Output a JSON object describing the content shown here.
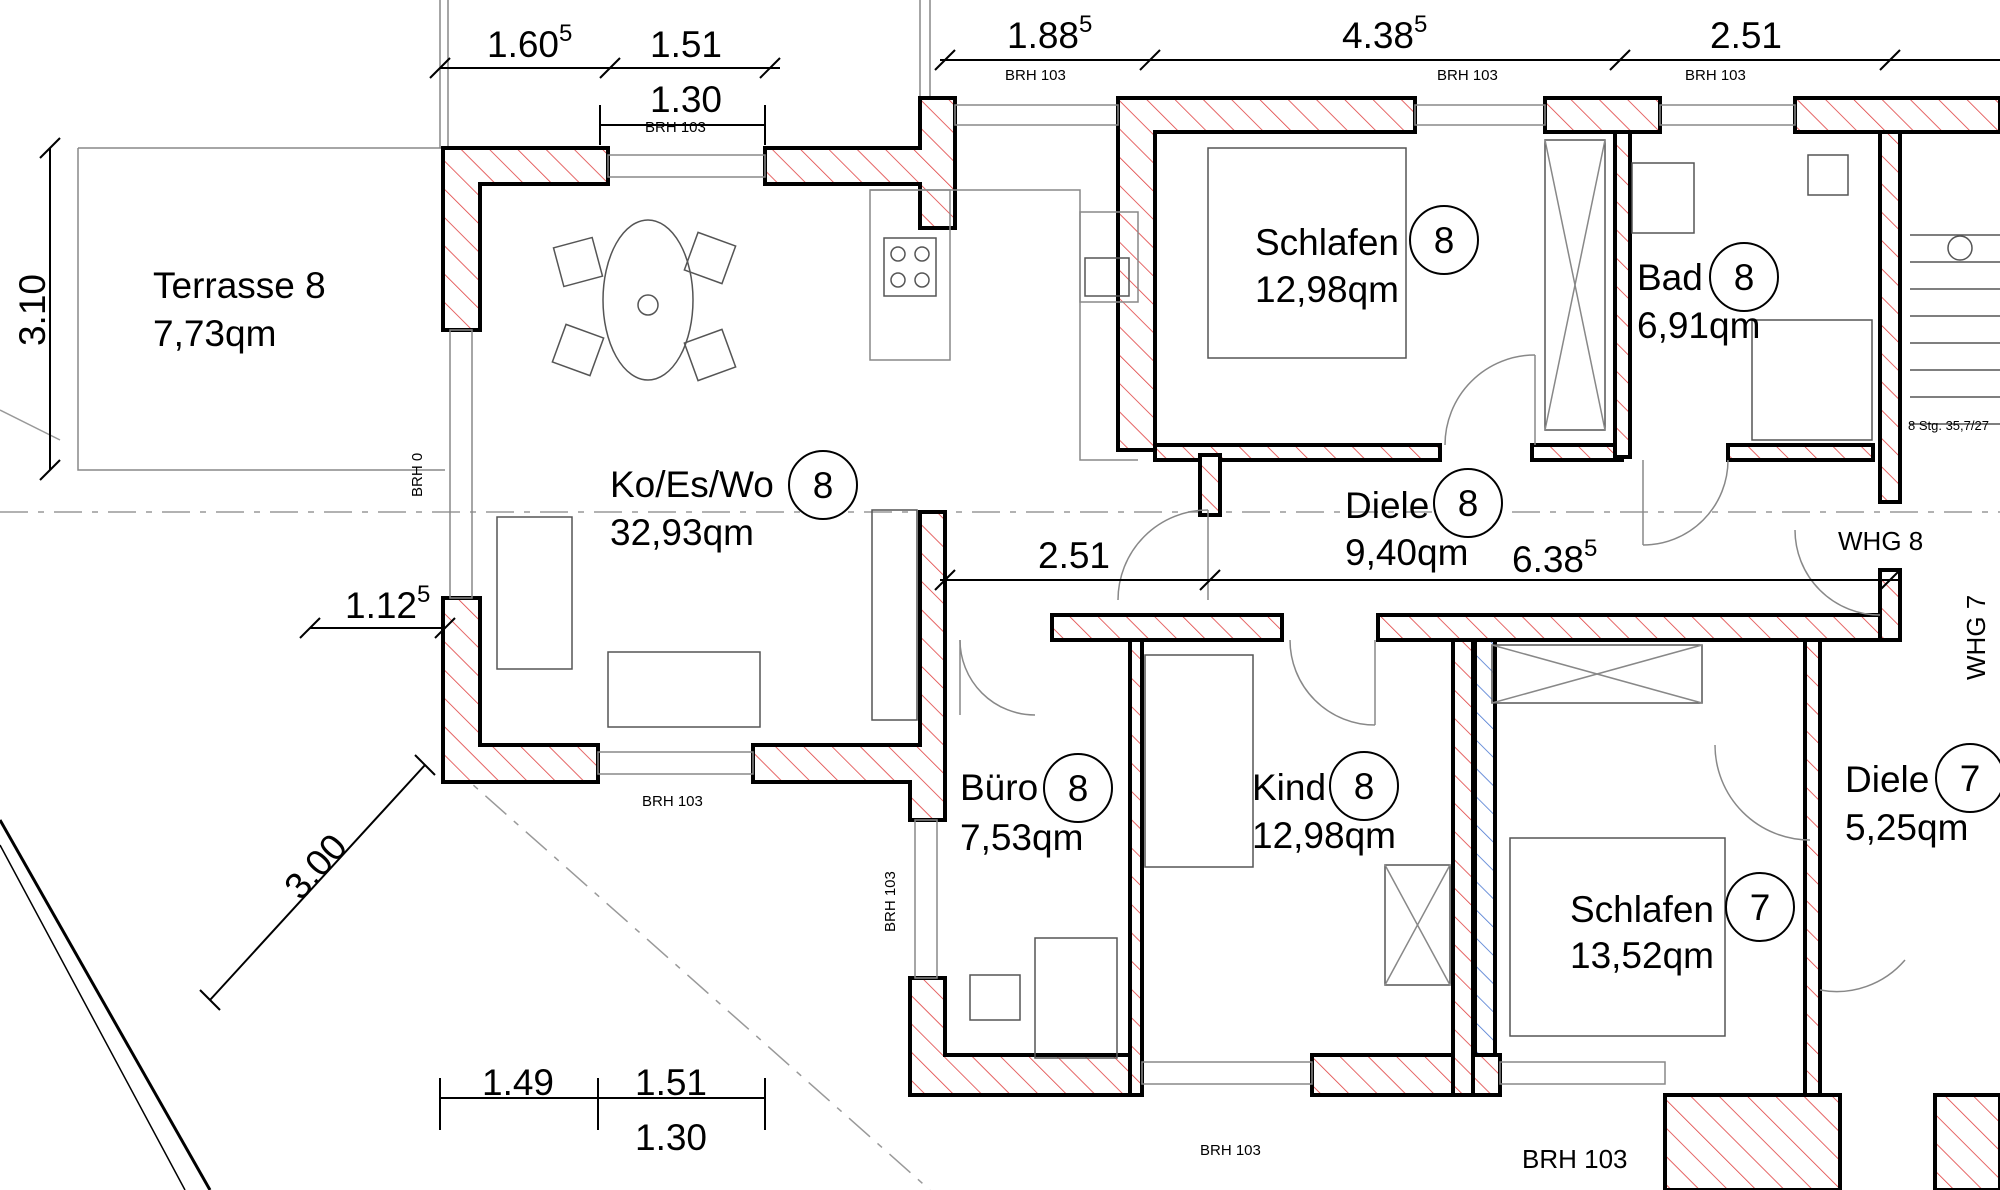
{
  "rooms": [
    {
      "name": "Terrasse 8",
      "area": "7,73qm",
      "number": ""
    },
    {
      "name": "Ko/Es/Wo",
      "area": "32,93qm",
      "number": "8"
    },
    {
      "name": "Schlafen",
      "area": "12,98qm",
      "number": "8"
    },
    {
      "name": "Bad",
      "area": "6,91qm",
      "number": "8"
    },
    {
      "name": "Diele",
      "area": "9,40qm",
      "number": "8"
    },
    {
      "name": "Büro",
      "area": "7,53qm",
      "number": "8"
    },
    {
      "name": "Kind",
      "area": "12,98qm",
      "number": "8"
    },
    {
      "name": "Schlafen",
      "area": "13,52qm",
      "number": "7"
    },
    {
      "name": "Diele",
      "area": "5,25qm",
      "number": "7"
    }
  ],
  "dimensions": {
    "top_a": {
      "main": "1.60",
      "sup": "5"
    },
    "top_b": "1.51",
    "top_c": "1.30",
    "top_d": {
      "main": "1.88",
      "sup": "5"
    },
    "top_e": {
      "main": "4.38",
      "sup": "5"
    },
    "top_f": "2.51",
    "left_height": "3.10",
    "mid_a": "2.51",
    "mid_b": {
      "main": "6.38",
      "sup": "5"
    },
    "left_b": {
      "main": "1.12",
      "sup": "5"
    },
    "diagonal": "3.00",
    "bottom_a": "1.49",
    "bottom_b": "1.51",
    "bottom_c": "1.30"
  },
  "labels": {
    "brh_103": "BRH 103",
    "brh_0": "BRH 0",
    "whg_8": "WHG 8",
    "whg_7": "WHG 7",
    "stair_note": "8 Stg. 35,7/27"
  },
  "colors": {
    "hatch_red": "#e04040",
    "hatch_blue": "#4a78d0",
    "wall_outline": "#000000"
  }
}
